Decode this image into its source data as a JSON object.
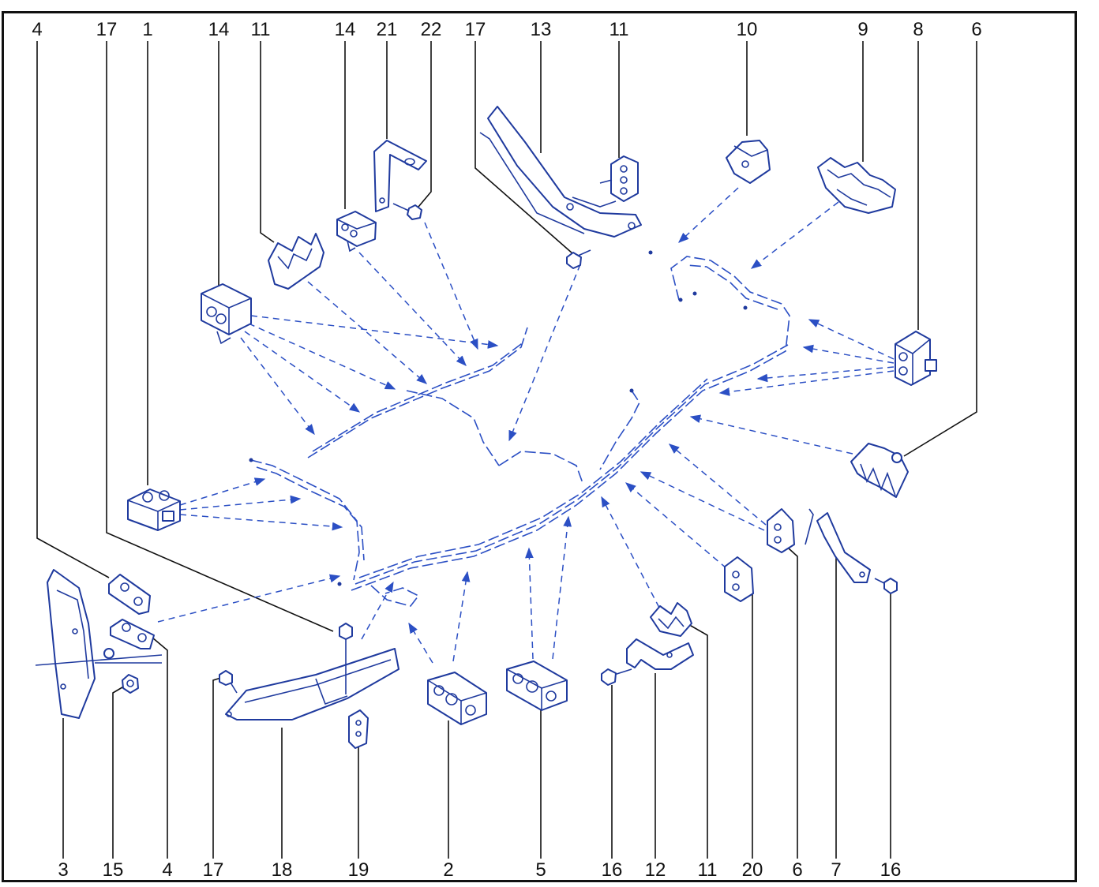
{
  "colors": {
    "line_art": "#1f3a9e",
    "dashed": "#2b4fc4",
    "leader": "#111111",
    "frame": "#111111"
  },
  "labels_top": [
    "4",
    "17",
    "1",
    "14",
    "11",
    "14",
    "21",
    "22",
    "17",
    "13",
    "11",
    "10",
    "9",
    "8",
    "6"
  ],
  "labels_bottom": [
    "3",
    "15",
    "4",
    "17",
    "18",
    "19",
    "2",
    "5",
    "16",
    "12",
    "11",
    "20",
    "6",
    "7",
    "16"
  ],
  "parts": [
    {
      "name": "triple-clip",
      "icon": "three-hole-clip-icon"
    },
    {
      "name": "double-clip",
      "icon": "two-hole-clip-icon"
    },
    {
      "name": "multi-clip",
      "icon": "multi-slot-clip-icon"
    },
    {
      "name": "bracket",
      "icon": "bracket-icon"
    },
    {
      "name": "bolt",
      "icon": "bolt-icon"
    },
    {
      "name": "nut",
      "icon": "nut-icon"
    },
    {
      "name": "brake-pipe-assembly",
      "icon": "brake-pipe-icon"
    }
  ]
}
